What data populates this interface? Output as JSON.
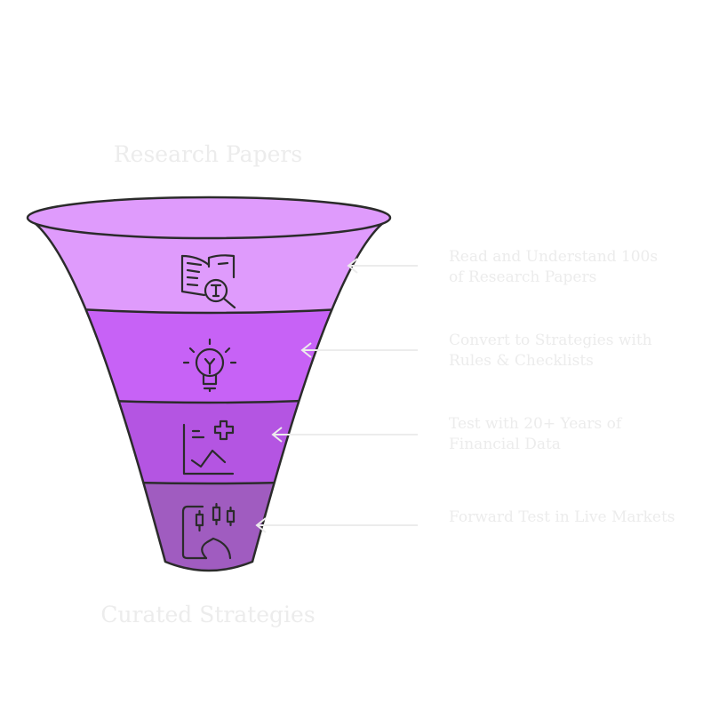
{
  "top_title": "Research Papers",
  "bottom_title": "Curated Strategies",
  "stages": [
    {
      "lines": [
        "Read and Understand 100s",
        "of Research Papers"
      ],
      "icon": "book-search-icon",
      "color": "#df9bfc"
    },
    {
      "lines": [
        "Convert to Strategies with",
        "Rules & Checklists"
      ],
      "icon": "lightbulb-icon",
      "color": "#c762f6"
    },
    {
      "lines": [
        "Test with 20+ Years of",
        "Financial Data"
      ],
      "icon": "chart-plus-icon",
      "color": "#b455e2"
    },
    {
      "lines": [
        "Forward Test in Live Markets"
      ],
      "icon": "candlestick-phone-icon",
      "color": "#a05cc0"
    }
  ],
  "text_color": "#ececec",
  "stroke_color": "#2b2b2b"
}
